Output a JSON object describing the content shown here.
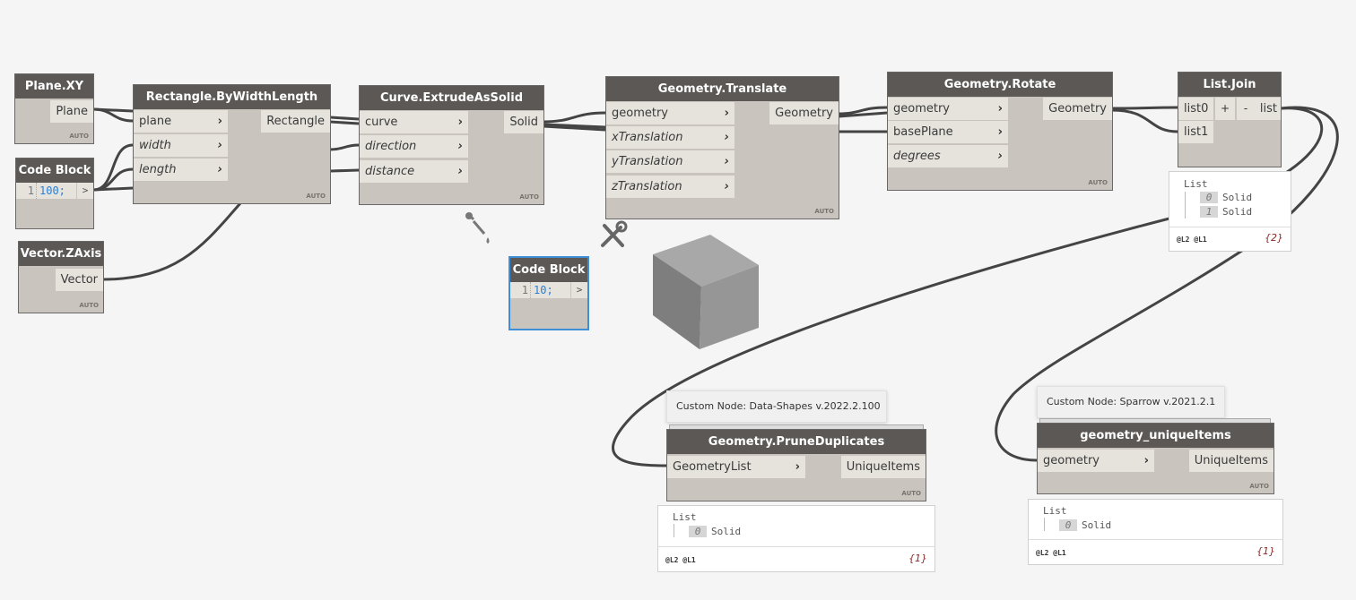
{
  "colors": {
    "header": "#5c5855",
    "body": "#c9c5be",
    "port": "#e6e3dd",
    "selection": "#3f8fd6",
    "wire": "#444444"
  },
  "auto_label": "AUTO",
  "nodes": {
    "plane_xy": {
      "title": "Plane.XY",
      "outputs": [
        "Plane"
      ]
    },
    "code_block_1": {
      "title": "Code Block",
      "line": "1",
      "code": "100;",
      "out": ">"
    },
    "vector_zaxis": {
      "title": "Vector.ZAxis",
      "outputs": [
        "Vector"
      ]
    },
    "rectangle": {
      "title": "Rectangle.ByWidthLength",
      "inputs": [
        "plane",
        "width",
        "length"
      ],
      "outputs": [
        "Rectangle"
      ]
    },
    "extrude": {
      "title": "Curve.ExtrudeAsSolid",
      "inputs": [
        "curve",
        "direction",
        "distance"
      ],
      "outputs": [
        "Solid"
      ]
    },
    "translate": {
      "title": "Geometry.Translate",
      "inputs": [
        "geometry",
        "xTranslation",
        "yTranslation",
        "zTranslation"
      ],
      "outputs": [
        "Geometry"
      ]
    },
    "rotate": {
      "title": "Geometry.Rotate",
      "inputs": [
        "geometry",
        "basePlane",
        "degrees"
      ],
      "outputs": [
        "Geometry"
      ]
    },
    "list_join": {
      "title": "List.Join",
      "inputs": [
        "list0",
        "list1"
      ],
      "add": "+",
      "remove": "-",
      "outputs": [
        "list"
      ]
    },
    "code_block_2": {
      "title": "Code Block",
      "line": "1",
      "code": "10;",
      "out": ">"
    },
    "prune": {
      "tooltip": "Custom Node: Data-Shapes v.2022.2.100",
      "title": "Geometry.PruneDuplicates",
      "inputs": [
        "GeometryList"
      ],
      "outputs": [
        "UniqueItems"
      ]
    },
    "unique": {
      "tooltip": "Custom Node: Sparrow v.2021.2.1",
      "title": "geometry_uniqueItems",
      "inputs": [
        "geometry"
      ],
      "outputs": [
        "UniqueItems"
      ]
    }
  },
  "watches": {
    "list_join": {
      "title": "List",
      "items": [
        {
          "index": "0",
          "value": "Solid"
        },
        {
          "index": "1",
          "value": "Solid"
        }
      ],
      "levels": "@L2 @L1",
      "count": "{2}"
    },
    "prune": {
      "title": "List",
      "items": [
        {
          "index": "0",
          "value": "Solid"
        }
      ],
      "levels": "@L2 @L1",
      "count": "{1}"
    },
    "unique": {
      "title": "List",
      "items": [
        {
          "index": "0",
          "value": "Solid"
        }
      ],
      "levels": "@L2 @L1",
      "count": "{1}"
    }
  }
}
